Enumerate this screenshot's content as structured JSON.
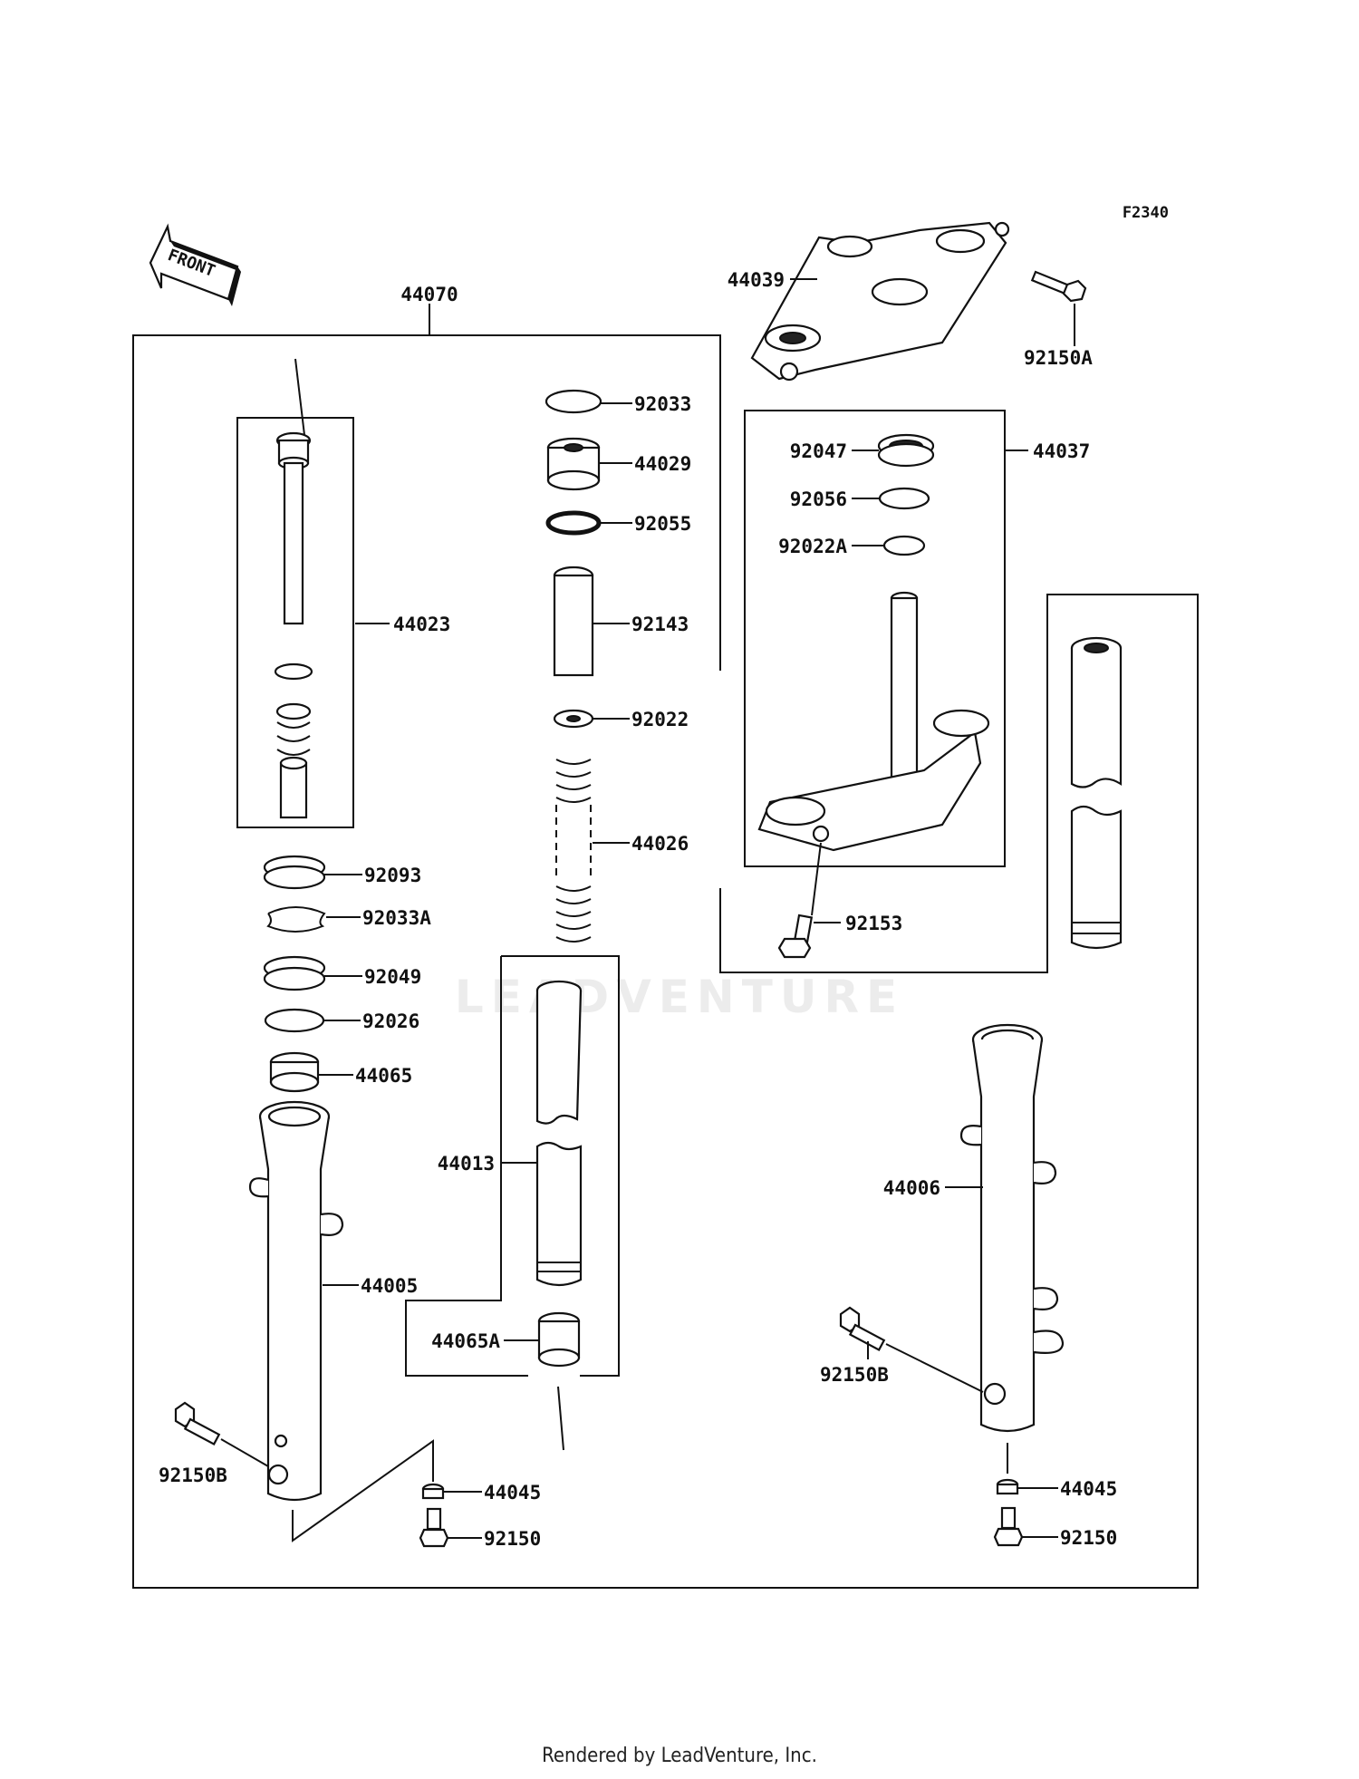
{
  "diagram_code": "F2340",
  "front_label": "FRONT",
  "watermark": "LEADVENTURE",
  "footer": "Rendered by LeadVenture, Inc.",
  "labels": {
    "p44070": "44070",
    "p44023": "44023",
    "p92033": "92033",
    "p44029": "44029",
    "p92055": "92055",
    "p92143": "92143",
    "p92022": "92022",
    "p44026": "44026",
    "p92093": "92093",
    "p92033A": "92033A",
    "p92049": "92049",
    "p92026": "92026",
    "p44065": "44065",
    "p44013": "44013",
    "p44005": "44005",
    "p44065A": "44065A",
    "p92150B_left": "92150B",
    "p44045_left": "44045",
    "p92150_left": "92150",
    "p44039": "44039",
    "p92150A": "92150A",
    "p44037": "44037",
    "p92047": "92047",
    "p92056": "92056",
    "p92022A": "92022A",
    "p92153": "92153",
    "p44006": "44006",
    "p92150B_right": "92150B",
    "p44045_right": "44045",
    "p92150_right": "92150"
  }
}
